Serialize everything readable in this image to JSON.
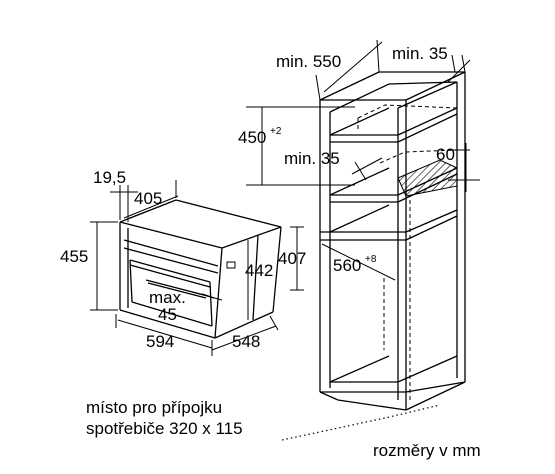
{
  "dimensions": {
    "cab_depth_min": "min. 550",
    "cab_gap_min": "min. 35",
    "niche_height": "450",
    "niche_height_tol": "+2",
    "vent_depth_min": "min. 35",
    "vent_height": "60",
    "niche_width": "560",
    "niche_width_tol": "+8",
    "oven_front_offset": "19,5",
    "oven_depth": "405",
    "oven_total_height": "455",
    "oven_inner_height": "442",
    "oven_side_height": "407",
    "handle_max_label": "max.",
    "handle_max_value": "45",
    "oven_width": "594",
    "oven_width_body": "548"
  },
  "notes": {
    "connection_line1": "místo pro přípojku",
    "connection_line2": "spotřebiče 320 x 115",
    "units": "rozměry v mm"
  }
}
